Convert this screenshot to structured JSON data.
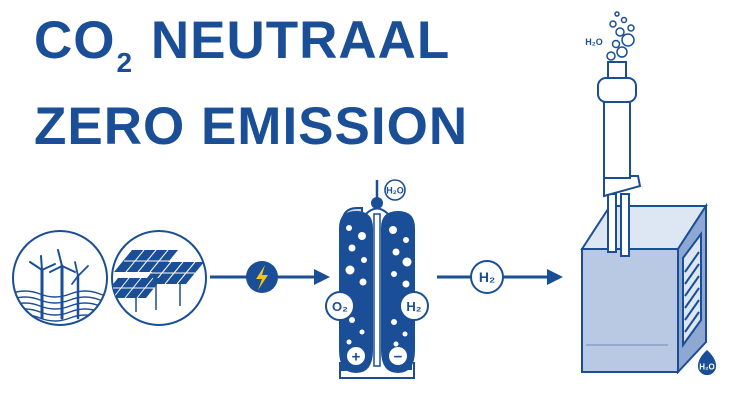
{
  "title": {
    "line1_prefix": "CO",
    "line1_subscript": "2",
    "line1_suffix": "NEUTRAAL",
    "line2": "ZERO EMISSION"
  },
  "electrolyzer": {
    "top_label": "H₂O",
    "oxygen_label": "O₂",
    "hydrogen_label": "H₂",
    "plus_label": "+",
    "minus_label": "−"
  },
  "pipe_label": "H₂",
  "exhaust_label": "H₂O",
  "drip_label": "H₂O",
  "colors": {
    "primary": "#1a4e96",
    "light_fill": "#b9c9e4",
    "pale_fill": "#dde6f3"
  },
  "icons": [
    "wind-turbines-icon",
    "solar-panels-icon",
    "lightning-icon",
    "electrolyzer-icon",
    "fuel-cell-generator-icon"
  ]
}
